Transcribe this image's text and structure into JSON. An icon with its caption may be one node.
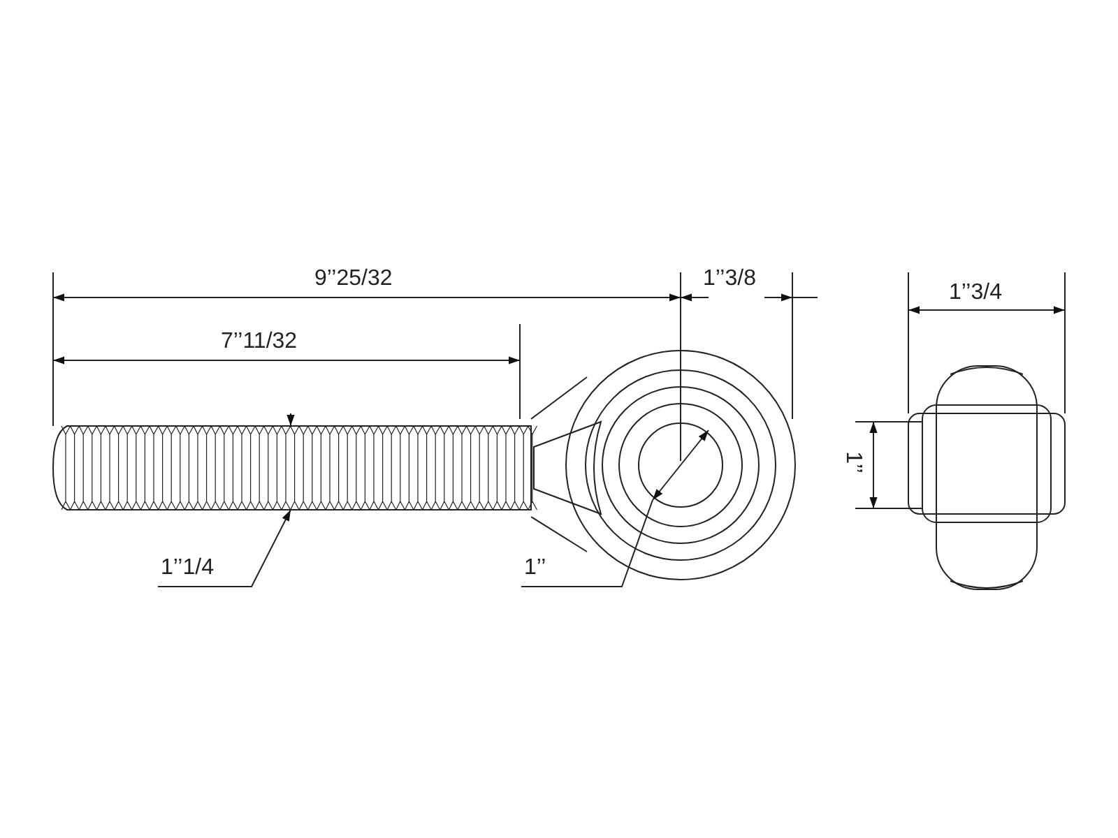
{
  "diagram": {
    "nodes": [
      {
        "text": [
          "1’’1/4"
        ]
      },
      {
        "text": [
          "1’’"
        ]
      }
    ],
    "edges": [
      {
        "from": 0,
        "to": null,
        "arrow": "to"
      },
      {
        "from": 1,
        "to": null,
        "arrow": "none"
      }
    ],
    "labels": [
      "9’’25/32",
      "1’’3/8",
      "7’’11/32",
      "1’’3/4",
      "1’’"
    ]
  }
}
